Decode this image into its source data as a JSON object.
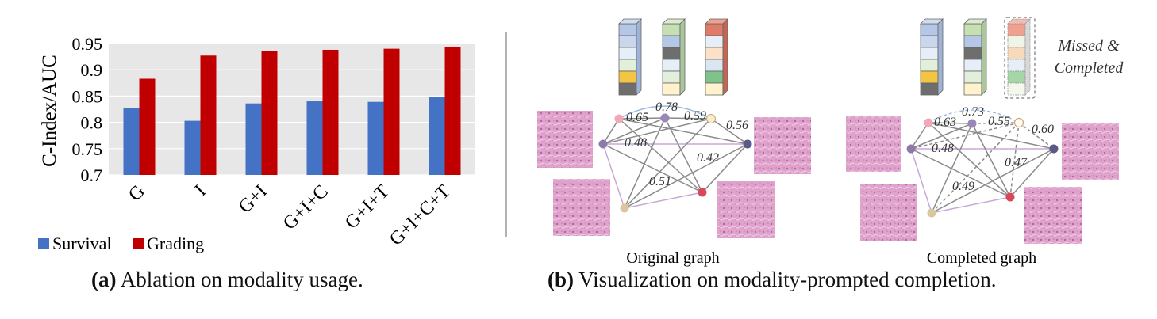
{
  "chart_data": {
    "type": "bar",
    "ylabel": "C-Index/AUC",
    "ylim": [
      0.7,
      0.95
    ],
    "yticks": [
      "0.7",
      "0.75",
      "0.8",
      "0.85",
      "0.9",
      "0.95"
    ],
    "categories": [
      "G",
      "I",
      "G+I",
      "G+I+C",
      "G+I+T",
      "G+I+C+T"
    ],
    "series": [
      {
        "name": "Survival",
        "color": "#4472C4",
        "values": [
          0.827,
          0.803,
          0.836,
          0.84,
          0.839,
          0.849
        ]
      },
      {
        "name": "Grading",
        "color": "#C00000",
        "values": [
          0.883,
          0.927,
          0.935,
          0.938,
          0.94,
          0.944
        ]
      }
    ],
    "grid": true,
    "legend": "bottom-left"
  },
  "captions": {
    "a_label": "(a)",
    "a_text": " Ablation on modality usage.",
    "b_label": "(b)",
    "b_text": " Visualization on modality-prompted completion."
  },
  "graphs": {
    "original": {
      "title": "Original graph",
      "weights": [
        "0.65",
        "0.78",
        "0.59",
        "0.56",
        "0.48",
        "0.42",
        "0.51"
      ]
    },
    "completed": {
      "title": "Completed graph",
      "weights": [
        "0.63",
        "0.73",
        "0.55",
        "0.60",
        "0.48",
        "0.47",
        "0.49"
      ],
      "note_line1": "Missed &",
      "note_line2": "Completed"
    }
  },
  "colors": {
    "grid_bg": "#E7E7E7",
    "node_pink": "#F4A7B9",
    "node_purple": "#9B87B5",
    "node_cream": "#F7EBD0",
    "node_navy": "#5A5A85",
    "node_red": "#D9475A",
    "node_sand": "#D9C7A0",
    "edge_gray": "#8A8A8A",
    "edge_lilac": "#C8A8D8",
    "edge_blue": "#9DB8E0",
    "tissue": "#D98FC0"
  }
}
